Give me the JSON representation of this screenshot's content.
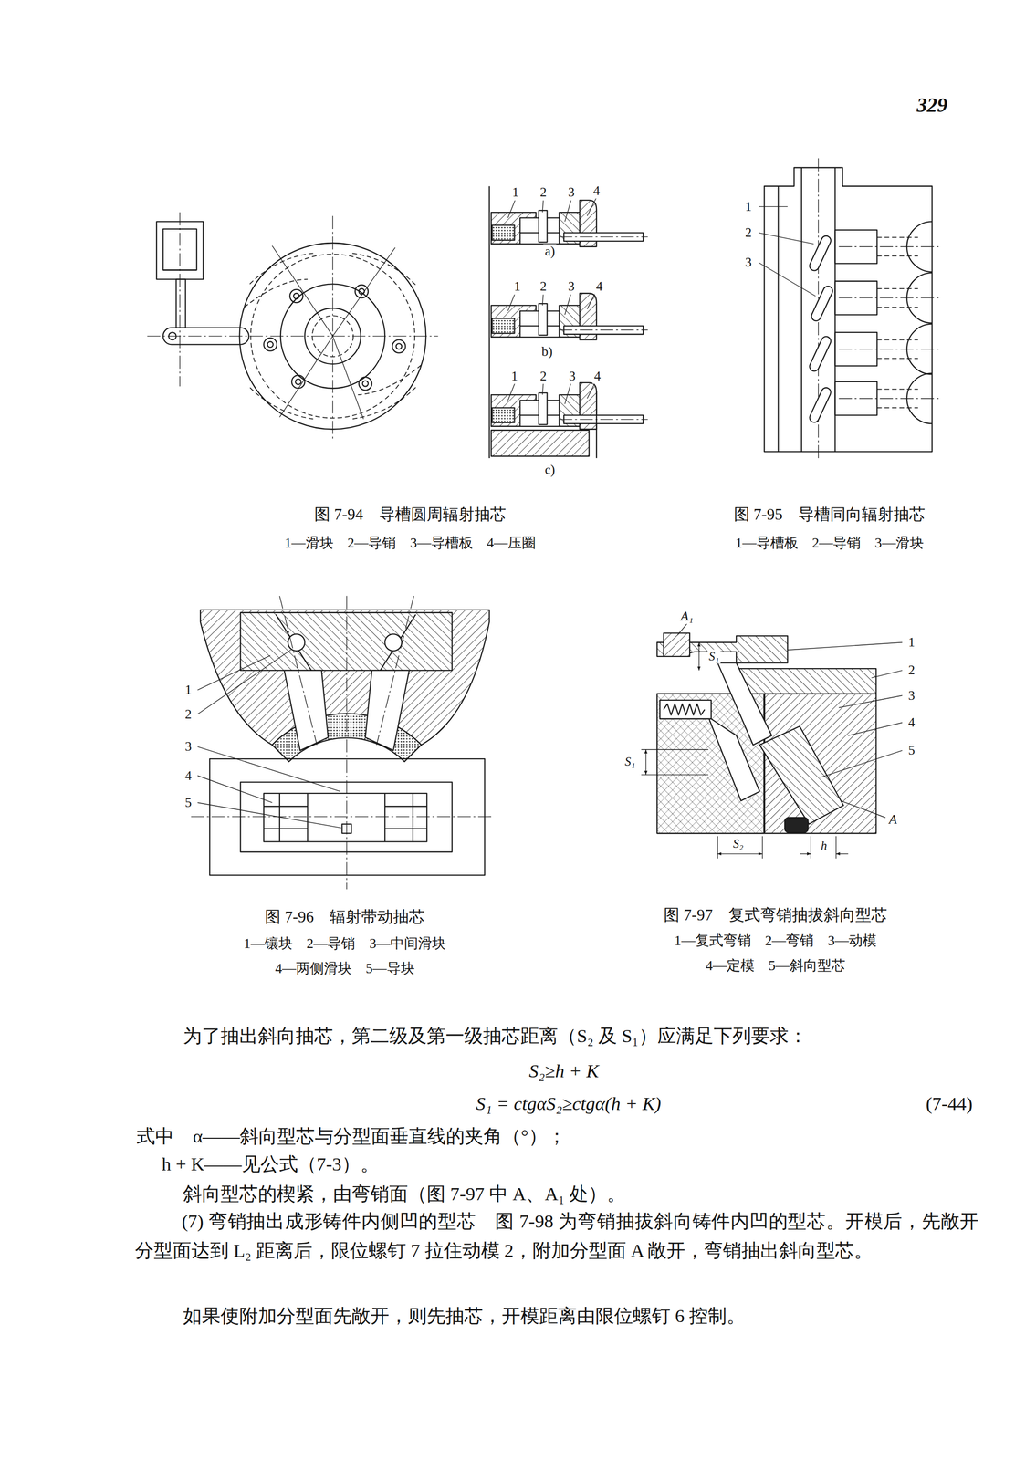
{
  "diagram": {
    "labels": [
      "329",
      "1",
      "2",
      "3",
      "4",
      "a)",
      "1",
      "2",
      "3",
      "4",
      "b)",
      "1",
      "2",
      "3",
      "4",
      "c)",
      "1",
      "2",
      "3",
      "图 7-94　导槽圆周辐射抽芯",
      "1—滑块　2—导销　3—导槽板　4—压圈",
      "图 7-95　导槽同向辐射抽芯",
      "1—导槽板　2—导销　3—滑块",
      "1",
      "2",
      "3",
      "4",
      "5",
      "A₁",
      "1",
      "S₁",
      "2",
      "3",
      "4",
      "S₁",
      "5",
      "A",
      "S₂",
      "h",
      "图 7-96　辐射带动抽芯",
      "1—镶块　2—导销　3—中间滑块",
      "4—两侧滑块　5—导块",
      "图 7-97　复式弯销抽拔斜向型芯",
      "1—复式弯销　2—弯销　3—动模",
      "4—定模　5—斜向型芯",
      "为了抽出斜向抽芯，第二级及第一级抽芯距离（S₂ 及 S₁）应满足下列要求：",
      "S₂≥h + K",
      "S₁ = ctgαS₂≥ctgα(h + K)",
      "(7-44)",
      "式中　α——斜向型芯与分型面垂直线的夹角（°）；",
      "h + K——见公式（7-3）。",
      "斜向型芯的楔紧，由弯销面（图 7-97 中 A、A₁ 处）。",
      "(7) 弯销抽出成形铸件内侧凹的型芯　图 7-98 为弯销抽拔斜向铸件内凹的型芯。开模后，先敞开分型面达到 L₂ 距离后，限位螺钉 7 拉住动模 2，附加分型面 A 敞开，弯销抽出斜向型芯。",
      "如果使附加分型面先敞开，则先抽芯，开模距离由限位螺钉 6 控制。"
    ]
  }
}
